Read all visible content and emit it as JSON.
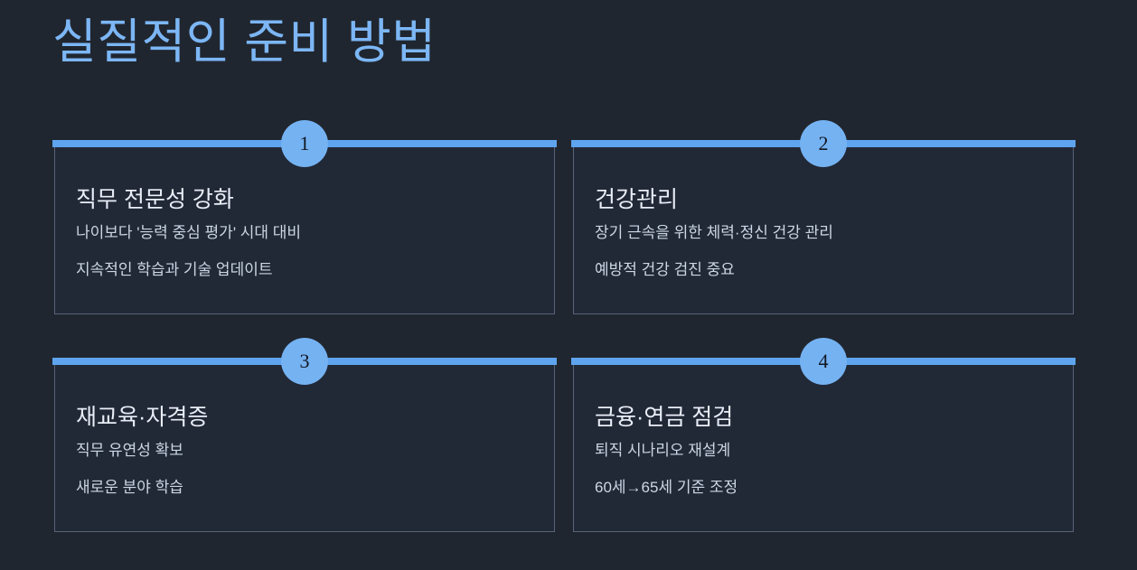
{
  "slide": {
    "title": "실질적인 준비 방법",
    "accent_color": "#5ea4ef",
    "title_color": "#7cb6f5",
    "background_color": "#20262f",
    "card_background_color": "#212836",
    "card_border_color": "#596478",
    "badge_color": "#75b2f2",
    "heading_color": "#e9eef7",
    "body_color": "#ccd6e4"
  },
  "cards": [
    {
      "number": "1",
      "heading": "직무 전문성 강화",
      "points": [
        "나이보다 '능력 중심 평가' 시대 대비",
        "지속적인 학습과 기술 업데이트"
      ]
    },
    {
      "number": "2",
      "heading": "건강관리",
      "points": [
        "장기 근속을 위한 체력·정신 건강 관리",
        "예방적 건강 검진 중요"
      ]
    },
    {
      "number": "3",
      "heading": "재교육·자격증",
      "points": [
        "직무 유연성 확보",
        "새로운 분야 학습"
      ]
    },
    {
      "number": "4",
      "heading": "금융·연금 점검",
      "points": [
        "퇴직 시나리오 재설계",
        "60세→65세 기준 조정"
      ]
    }
  ]
}
